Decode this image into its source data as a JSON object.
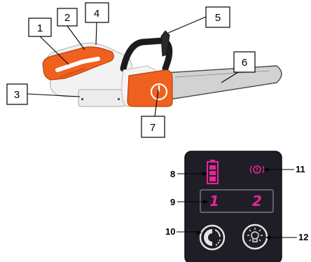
{
  "chainsaw": {
    "callouts": [
      {
        "id": "1",
        "label": "1"
      },
      {
        "id": "2",
        "label": "2"
      },
      {
        "id": "3",
        "label": "3"
      },
      {
        "id": "4",
        "label": "4"
      },
      {
        "id": "5",
        "label": "5"
      },
      {
        "id": "6",
        "label": "6"
      },
      {
        "id": "7",
        "label": "7"
      }
    ]
  },
  "control_panel": {
    "labels": {
      "battery": "8",
      "warning": "11",
      "speed_display": "9",
      "power_mode": "10",
      "light": "12"
    },
    "speed_levels": [
      "1",
      "2"
    ]
  },
  "colors": {
    "body_orange": "#f0601e",
    "housing_white": "#f2f2f2",
    "panel_bg": "#1f1e26",
    "indicator_pink": "#e8259a",
    "bar_gray": "#c4c4c4"
  }
}
